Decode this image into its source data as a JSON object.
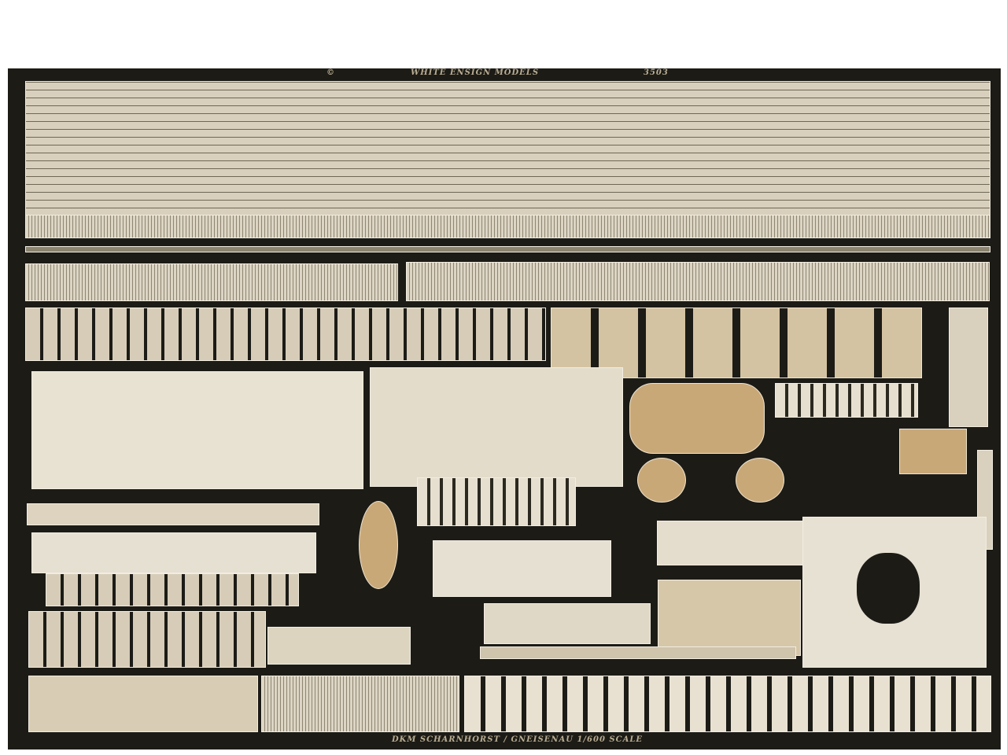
{
  "fret": {
    "copyright_mark": "©",
    "maker": "WHITE ENSIGN MODELS",
    "set_number": "3503",
    "title": "DKM SCHARNHORST / GNEISENAU 1/600 SCALE",
    "colors": {
      "background": "#1c1b16",
      "brass": "#d9d0bd",
      "copper": "#c9a878"
    }
  }
}
